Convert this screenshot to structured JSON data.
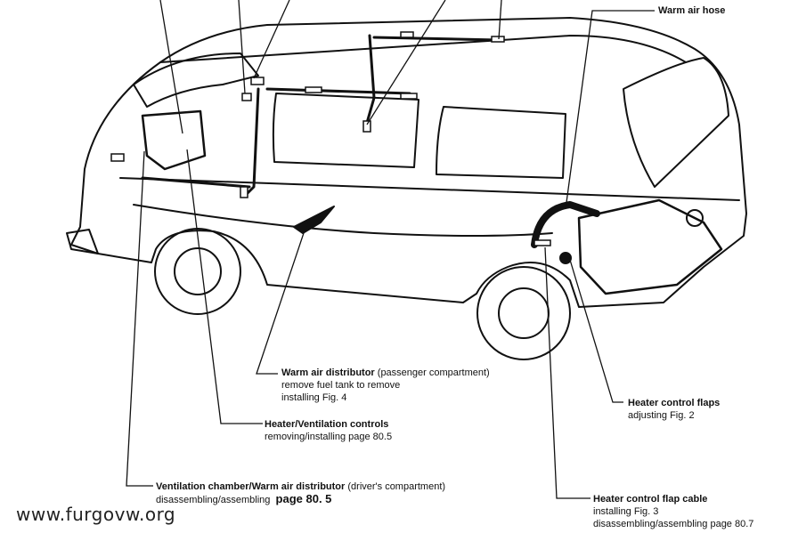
{
  "labels": {
    "warm_air_hose": "Warm air hose",
    "wad_pass_title": "Warm air distributor",
    "wad_pass_suffix": " (passenger compartment)",
    "wad_pass_line2": "remove fuel tank to remove",
    "wad_pass_line3": "installing Fig. 4",
    "hvc_title": "Heater/Ventilation controls",
    "hvc_line2": "removing/installing page 80.5",
    "vc_title": "Ventilation chamber/Warm air distributor",
    "vc_suffix": " (driver's compartment)",
    "vc_line2": "disassembling/assembling",
    "vc_page": "page 80. 5",
    "hcf_title": "Heater control flaps",
    "hcf_line2": "adjusting Fig. 2",
    "hcfc_title": "Heater control flap cable",
    "hcfc_line2": "installing Fig. 3",
    "hcfc_line3": "disassembling/assembling page 80.7"
  },
  "watermark": "www.furgovw.org"
}
